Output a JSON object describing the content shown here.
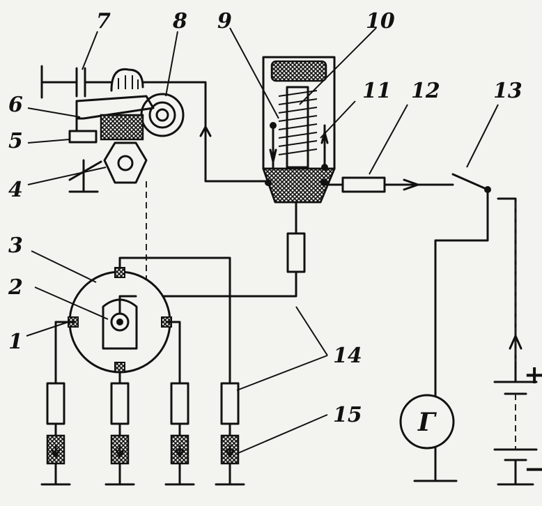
{
  "labels": {
    "l1": "1",
    "l2": "2",
    "l3": "3",
    "l4": "4",
    "l5": "5",
    "l6": "6",
    "l7": "7",
    "l8": "8",
    "l9": "9",
    "l10": "10",
    "l11": "11",
    "l12": "12",
    "l13": "13",
    "l14": "14",
    "l15": "15"
  },
  "generator_symbol": "Г",
  "battery_plus": "+",
  "battery_minus": "−"
}
